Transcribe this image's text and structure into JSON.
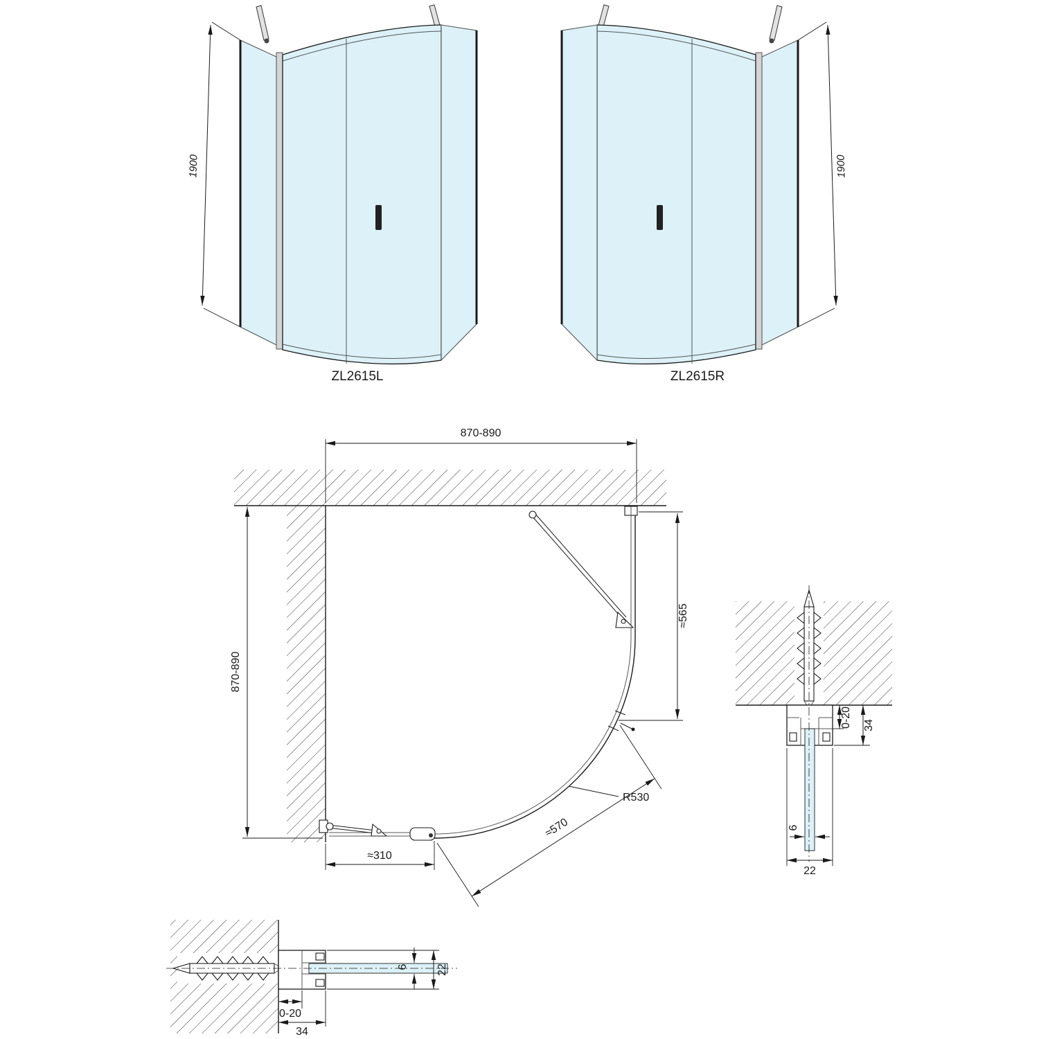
{
  "front_views": {
    "left": {
      "label": "ZL2615L",
      "height_dim": "1900"
    },
    "right": {
      "label": "ZL2615R",
      "height_dim": "1900"
    }
  },
  "plan": {
    "width_dim": "870-890",
    "depth_dim": "870-890",
    "side_dim": "≈565",
    "bottom_dim": "≈310",
    "door_dim": "≈570",
    "radius_dim": "R530"
  },
  "detail_right": {
    "adjust_dim": "0-20",
    "depth_dim": "34",
    "glass_dim": "6",
    "width_dim": "22"
  },
  "detail_bottom": {
    "adjust_dim": "0-20",
    "depth_dim": "34",
    "glass_dim": "6",
    "width_dim": "22"
  },
  "colors": {
    "glass": "#dcf1f8",
    "line": "#1a1a1a"
  }
}
